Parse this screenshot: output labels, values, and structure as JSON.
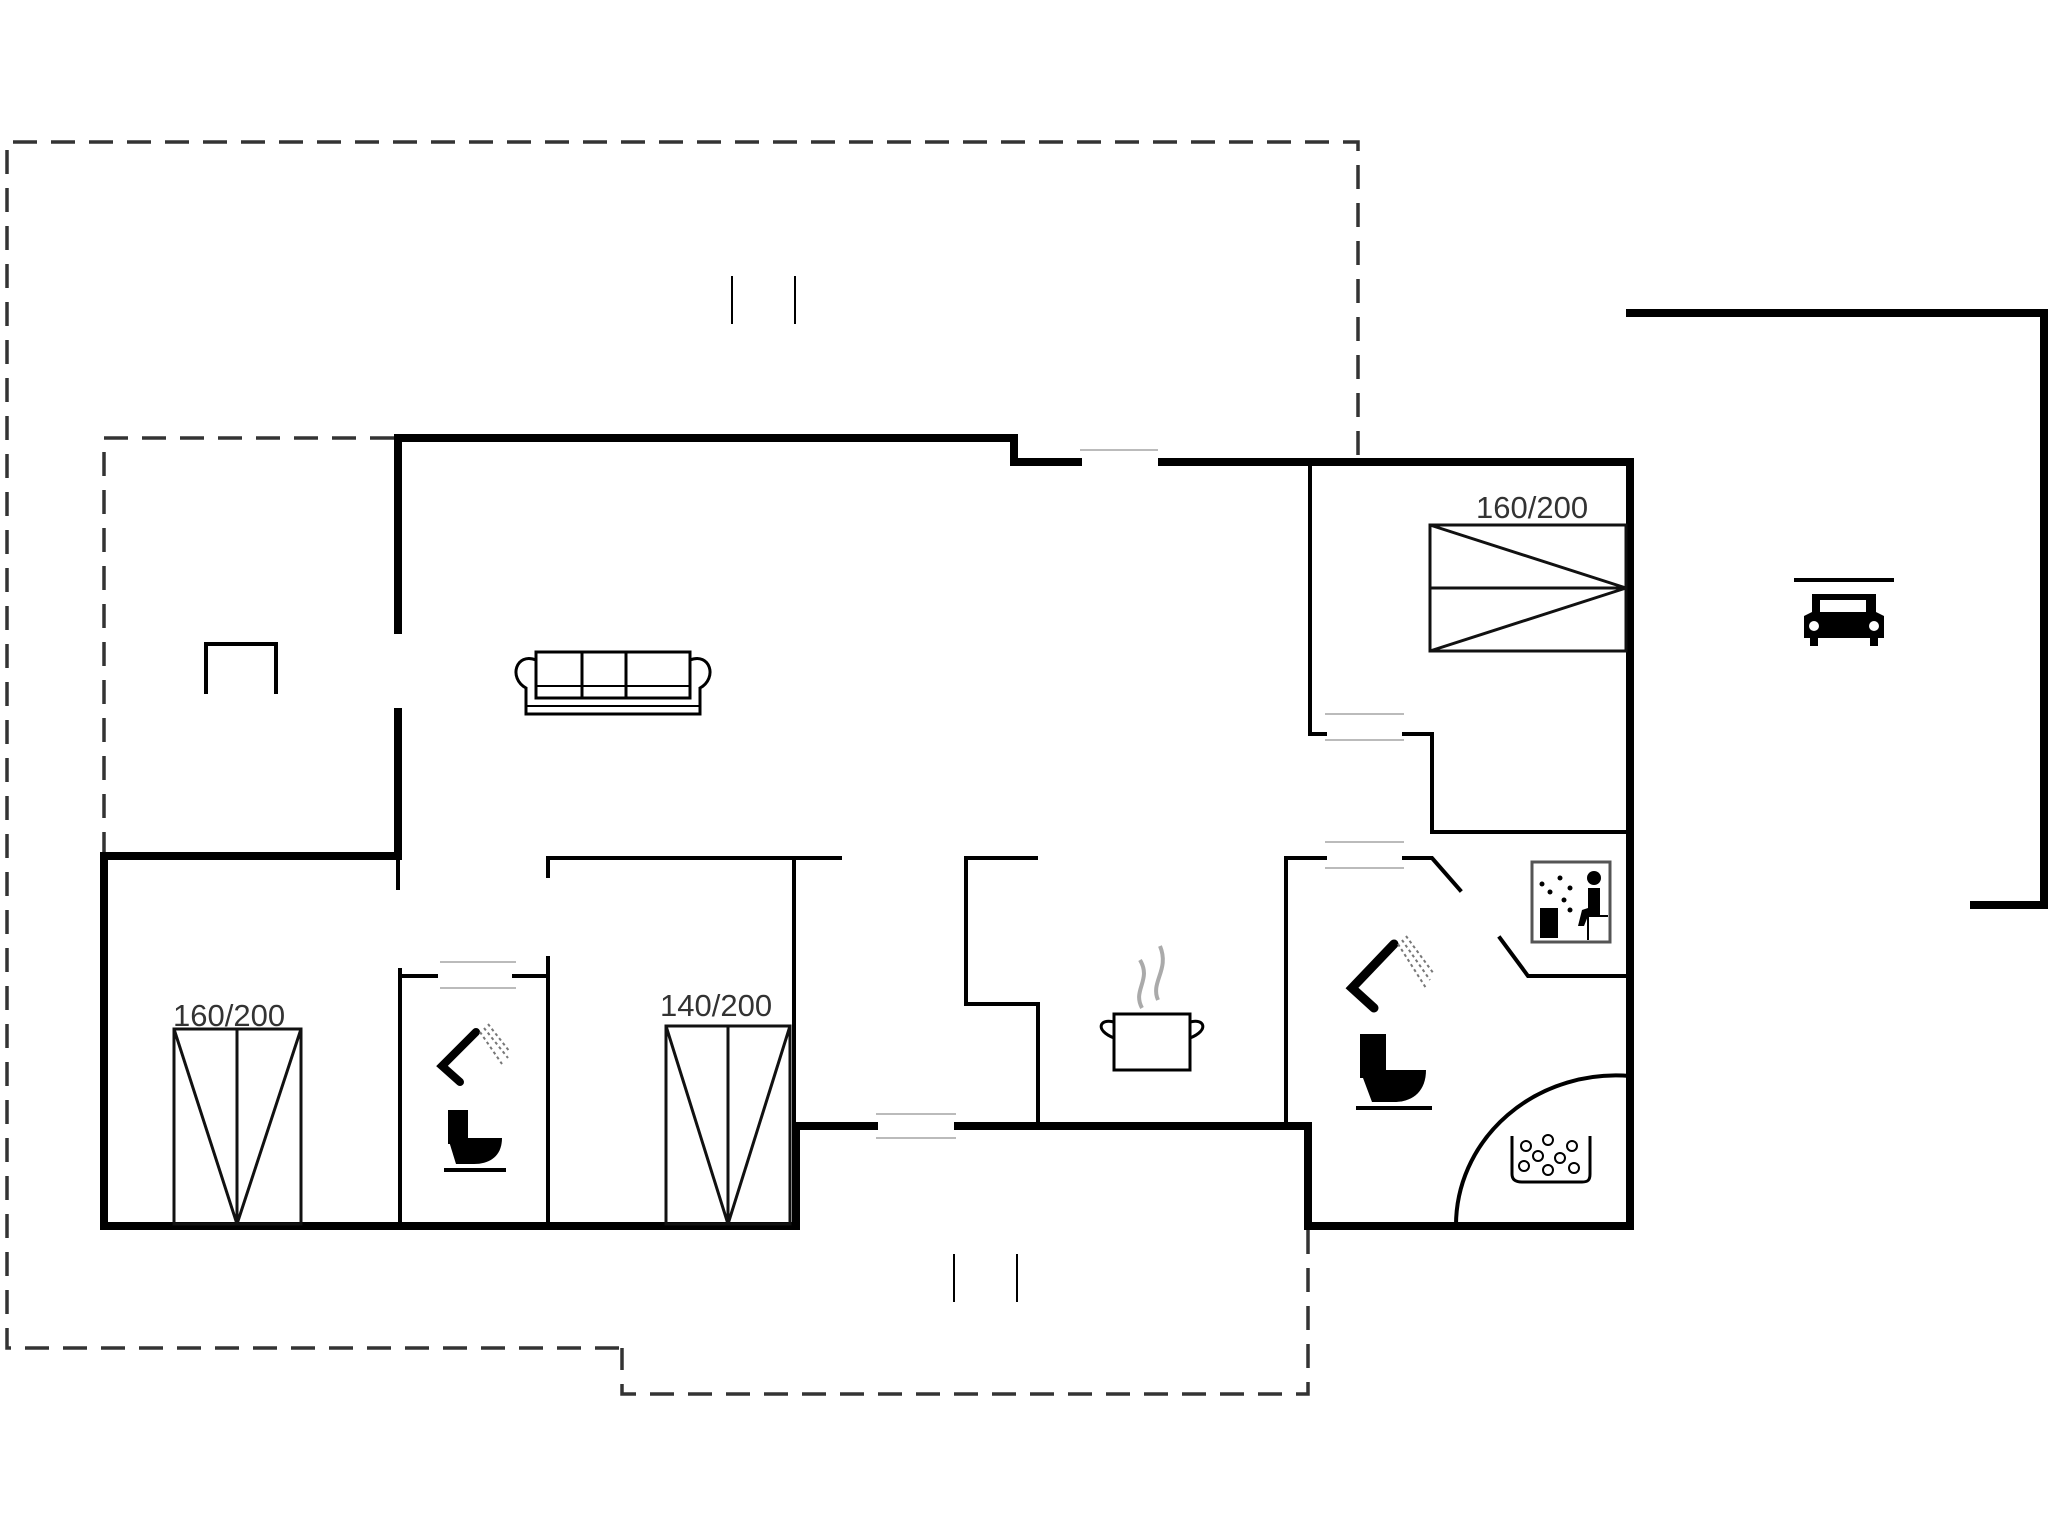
{
  "floorplan": {
    "title": "House floor plan",
    "rooms": [
      {
        "id": "living",
        "name": "Living room",
        "icon": "sofa-icon"
      },
      {
        "id": "kitchen",
        "name": "Kitchen",
        "icon": "cooking-pot-icon"
      },
      {
        "id": "bedroom_ne",
        "name": "Bedroom",
        "icon": "double-bed-icon",
        "bed_size": "160/200"
      },
      {
        "id": "bedroom_sw",
        "name": "Bedroom",
        "icon": "double-bed-icon",
        "bed_size": "160/200"
      },
      {
        "id": "bedroom_s",
        "name": "Bedroom",
        "icon": "double-bed-icon",
        "bed_size": "140/200"
      },
      {
        "id": "bathroom_w",
        "name": "Bathroom",
        "icons": [
          "shower-icon",
          "toilet-icon"
        ]
      },
      {
        "id": "bathroom_e",
        "name": "Bathroom",
        "icons": [
          "shower-icon",
          "toilet-icon",
          "whirlpool-icon"
        ]
      },
      {
        "id": "sauna",
        "name": "Sauna",
        "icon": "sauna-icon"
      },
      {
        "id": "carport",
        "name": "Carport",
        "icon": "carport-icon"
      },
      {
        "id": "annex",
        "name": "Annex",
        "icon": "table-icon"
      }
    ],
    "labels": {
      "bed_ne": "160/200",
      "bed_sw": "160/200",
      "bed_s": "140/200"
    },
    "colors": {
      "wall": "#000000",
      "terrace_outline": "#333333",
      "window": "#bbbbbb",
      "background": "#ffffff"
    }
  }
}
